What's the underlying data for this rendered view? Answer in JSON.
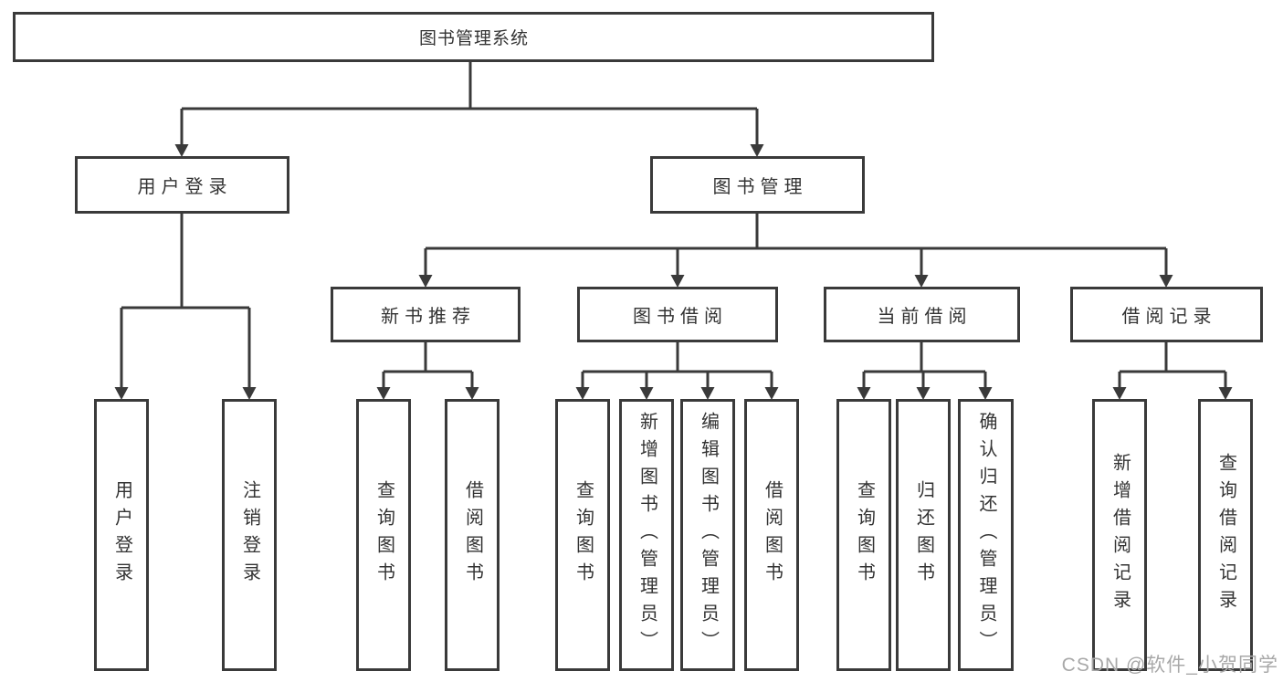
{
  "colors": {
    "line": "#3a3a3a",
    "box_border": "#3a3a3a",
    "text": "#333333",
    "watermark": "#a8a8a8",
    "background": "#ffffff"
  },
  "tree": {
    "label": "图书管理系统",
    "children": [
      {
        "label": "用户登录",
        "children": [
          {
            "label": "用户登录"
          },
          {
            "label": "注销登录"
          }
        ]
      },
      {
        "label": "图书管理",
        "children": [
          {
            "label": "新书推荐",
            "children": [
              {
                "label": "查询图书"
              },
              {
                "label": "借阅图书"
              }
            ]
          },
          {
            "label": "图书借阅",
            "children": [
              {
                "label": "查询图书"
              },
              {
                "label": "新增图书（管理员）"
              },
              {
                "label": "编辑图书（管理员）"
              },
              {
                "label": "借阅图书"
              }
            ]
          },
          {
            "label": "当前借阅",
            "children": [
              {
                "label": "查询图书"
              },
              {
                "label": "归还图书"
              },
              {
                "label": "确认归还（管理员）"
              }
            ]
          },
          {
            "label": "借阅记录",
            "children": [
              {
                "label": "新增借阅记录"
              },
              {
                "label": "查询借阅记录"
              }
            ]
          }
        ]
      }
    ]
  },
  "watermark": {
    "text": "CSDN @软件_小贺同学"
  }
}
